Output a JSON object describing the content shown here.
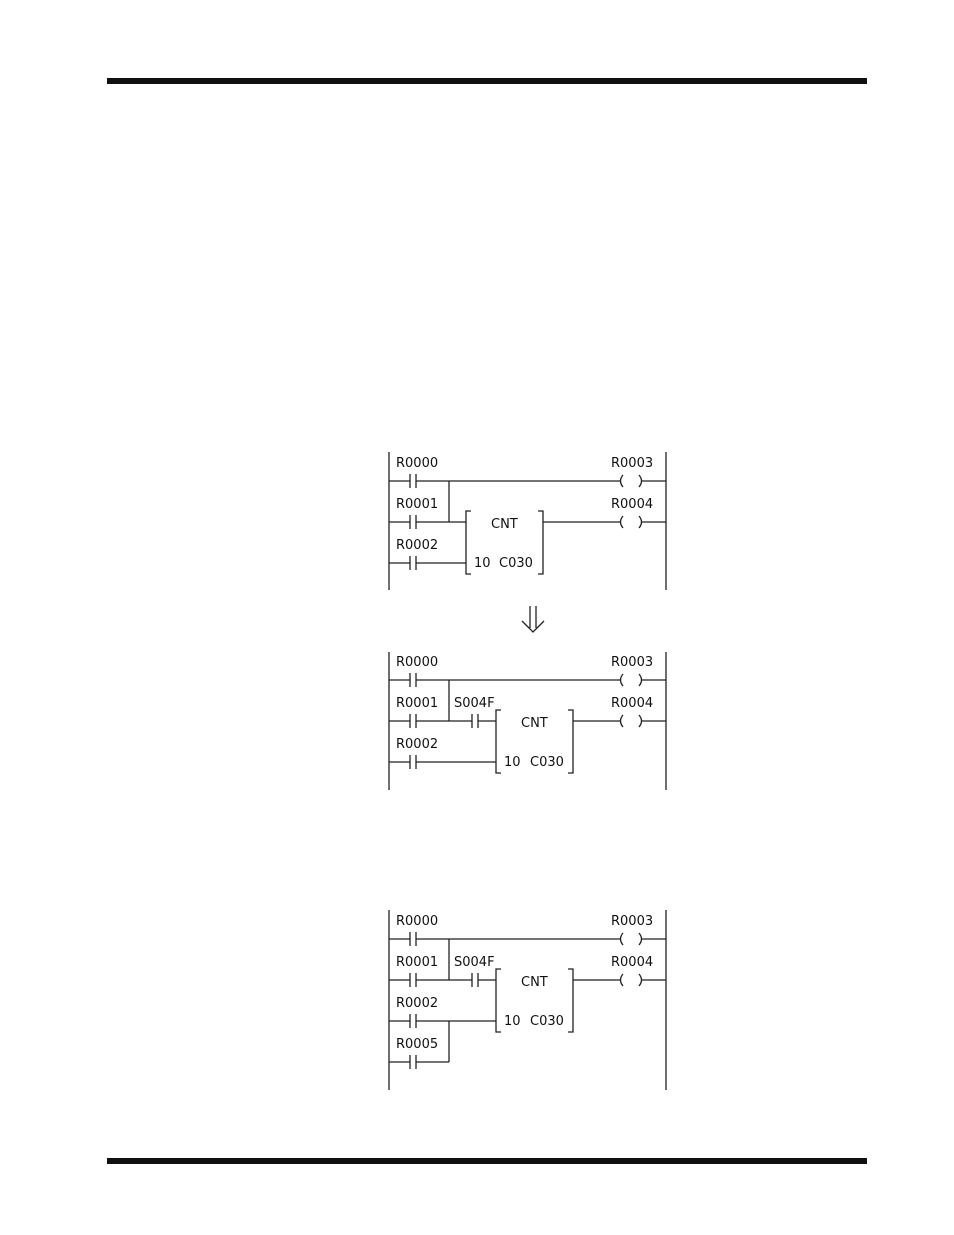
{
  "diagrams": [
    {
      "labels": {
        "r0000": "R0000",
        "r0001": "R0001",
        "r0002": "R0002",
        "r0003": "R0003",
        "r0004": "R0004",
        "cnt": "CNT",
        "preset": "10",
        "counter": "C030"
      }
    },
    {
      "labels": {
        "r0000": "R0000",
        "r0001": "R0001",
        "r0002": "R0002",
        "s004f": "S004F",
        "r0003": "R0003",
        "r0004": "R0004",
        "cnt": "CNT",
        "preset": "10",
        "counter": "C030"
      }
    },
    {
      "labels": {
        "r0000": "R0000",
        "r0001": "R0001",
        "r0002": "R0002",
        "r0005": "R0005",
        "s004f": "S004F",
        "r0003": "R0003",
        "r0004": "R0004",
        "cnt": "CNT",
        "preset": "10",
        "counter": "C030"
      }
    }
  ],
  "arrow_icon": "double-down-arrow-icon"
}
